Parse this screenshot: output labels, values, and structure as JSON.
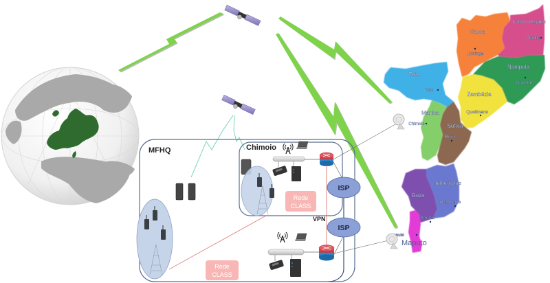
{
  "diagram": {
    "title": "Network topology: Europe – satellite – Mozambique",
    "mfhq": {
      "label": "MFHQ"
    },
    "chimoio_site": {
      "label": "Chimoio"
    },
    "isp_upper": {
      "label": "ISP"
    },
    "isp_lower": {
      "label": "ISP"
    },
    "vpn": {
      "label": "VPN"
    },
    "rede_class_chimoio": {
      "line1": "Rede",
      "line2": "CLASS"
    },
    "rede_class_mfhq": {
      "line1": "Rede",
      "line2": "CLASS"
    },
    "satellites": [
      "satellite-top",
      "satellite-middle"
    ],
    "dishes": [
      {
        "name": "dish-chimoio",
        "label": "Chimoio"
      },
      {
        "name": "dish-maputo",
        "label": "Maputo"
      }
    ],
    "colors": {
      "lightning": "#7ed34a",
      "container_border": "#5a6f8f",
      "isp_fill": "#8aa0d6",
      "rede_class_fill": "#f8b7b5",
      "europe": "#2f6b2f",
      "globe_land": "#a9a9a9"
    }
  },
  "map": {
    "provinces": [
      {
        "name": "Niassa",
        "capital": "Lichinga",
        "color": "#f5813a"
      },
      {
        "name": "Cabo Delgado",
        "capital": "Pemba",
        "color": "#d64f8c"
      },
      {
        "name": "Nampula",
        "capital": "Nampula",
        "color": "#2f9a57"
      },
      {
        "name": "Tete",
        "capital": "Tete",
        "color": "#3fb1e6"
      },
      {
        "name": "Zambézia",
        "capital": "Quelimane",
        "color": "#f1e23d"
      },
      {
        "name": "Manica",
        "capital": "Chimoio",
        "color": "#84cf6b"
      },
      {
        "name": "Sofala",
        "capital": "Beira",
        "color": "#8d6751"
      },
      {
        "name": "Inhambane",
        "capital": "Inhambane",
        "color": "#6a79cf"
      },
      {
        "name": "Gaza",
        "capital": "Xai-Xai",
        "color": "#7f4fb0"
      },
      {
        "name": "Maputo",
        "capital": "Maputo",
        "color": "#e23ad6"
      }
    ],
    "maputo_city_label": "Maputo",
    "maputo_capital_partial": "aputo"
  }
}
